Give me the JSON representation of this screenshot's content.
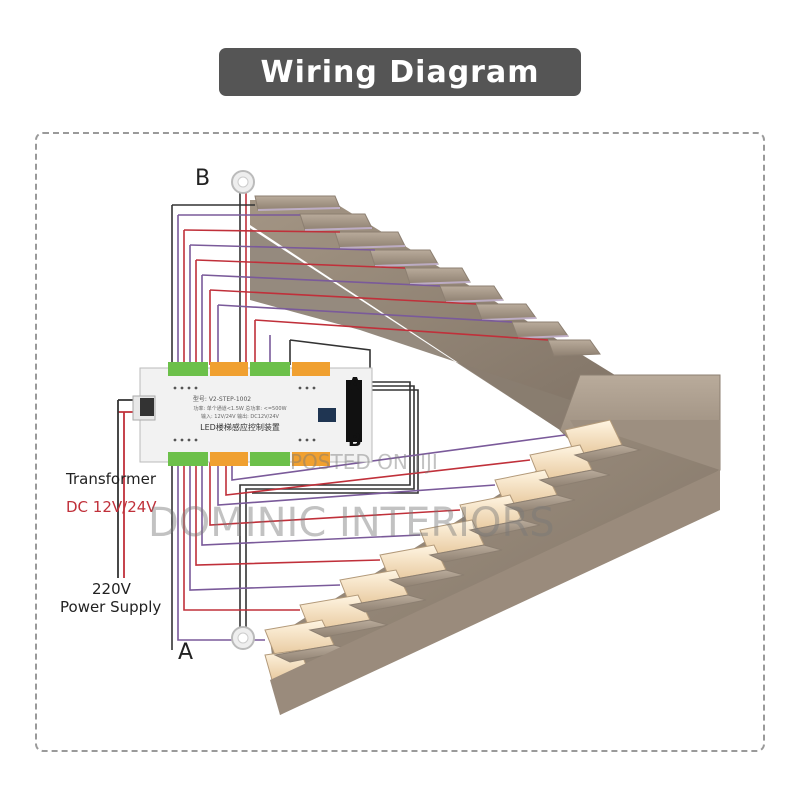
{
  "title": "Wiring Diagram",
  "sensor_b_label": "B",
  "sensor_a_label": "A",
  "controller": {
    "model_text": "型号: V2-STEP-1002",
    "spec_text_1": "功率: 单个通道<1.5W 总功率: <=500W",
    "spec_text_2": "输入: 12V/24V 输出: DC12V/24V",
    "name_text": "LED楼梯感应控制装置",
    "port_a_label": "A",
    "port_b_label": "B"
  },
  "transformer_label": "Transformer",
  "dc_label": "DC 12V/24V",
  "power_label_1": "220V",
  "power_label_2": "Power Supply",
  "watermark_1": "POSTED ON JIJI",
  "watermark_2": "DOMINIC INTERIORS",
  "colors": {
    "title_bg": "#555555",
    "wire_red": "#c0303a",
    "wire_purple": "#7a5a9a",
    "wire_dark": "#333333",
    "terminal_green": "#6cc04a",
    "terminal_orange": "#f0a030",
    "stair_stone": "#a09080",
    "led_glow": "#f7e3c0"
  }
}
